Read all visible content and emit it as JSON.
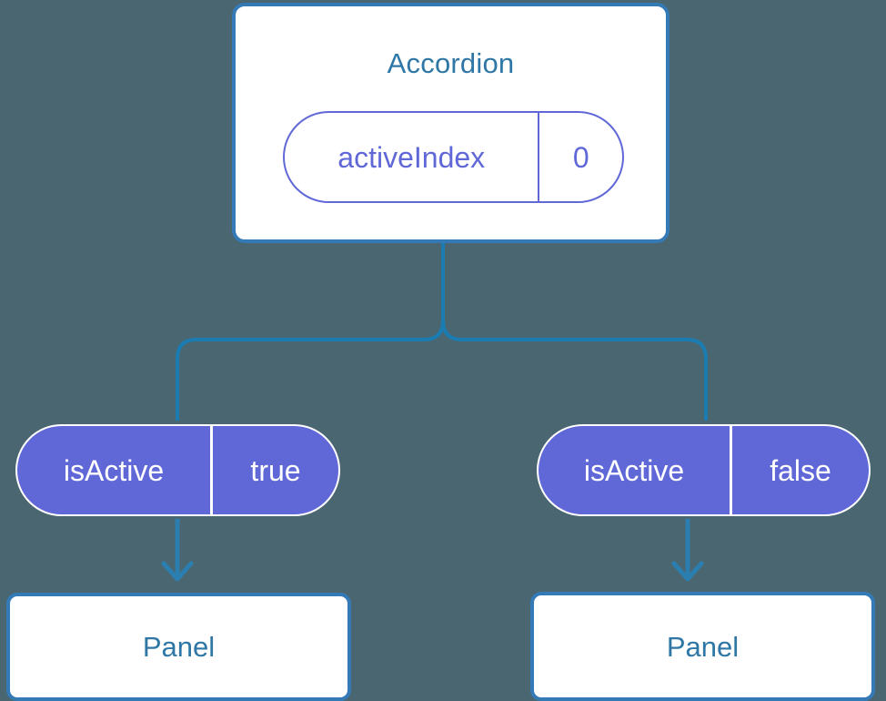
{
  "diagram": {
    "type": "component-state-tree",
    "background_color": "#4a6670",
    "accent_blue": "#337ab7",
    "text_blue": "#2e77a6",
    "accent_purple": "#6068d8",
    "root": {
      "title": "Accordion",
      "state": {
        "key": "activeIndex",
        "value": "0"
      }
    },
    "branches": [
      {
        "side": "left",
        "prop": {
          "key": "isActive",
          "value": "true"
        },
        "child": {
          "title": "Panel"
        }
      },
      {
        "side": "right",
        "prop": {
          "key": "isActive",
          "value": "false"
        },
        "child": {
          "title": "Panel"
        }
      }
    ]
  }
}
